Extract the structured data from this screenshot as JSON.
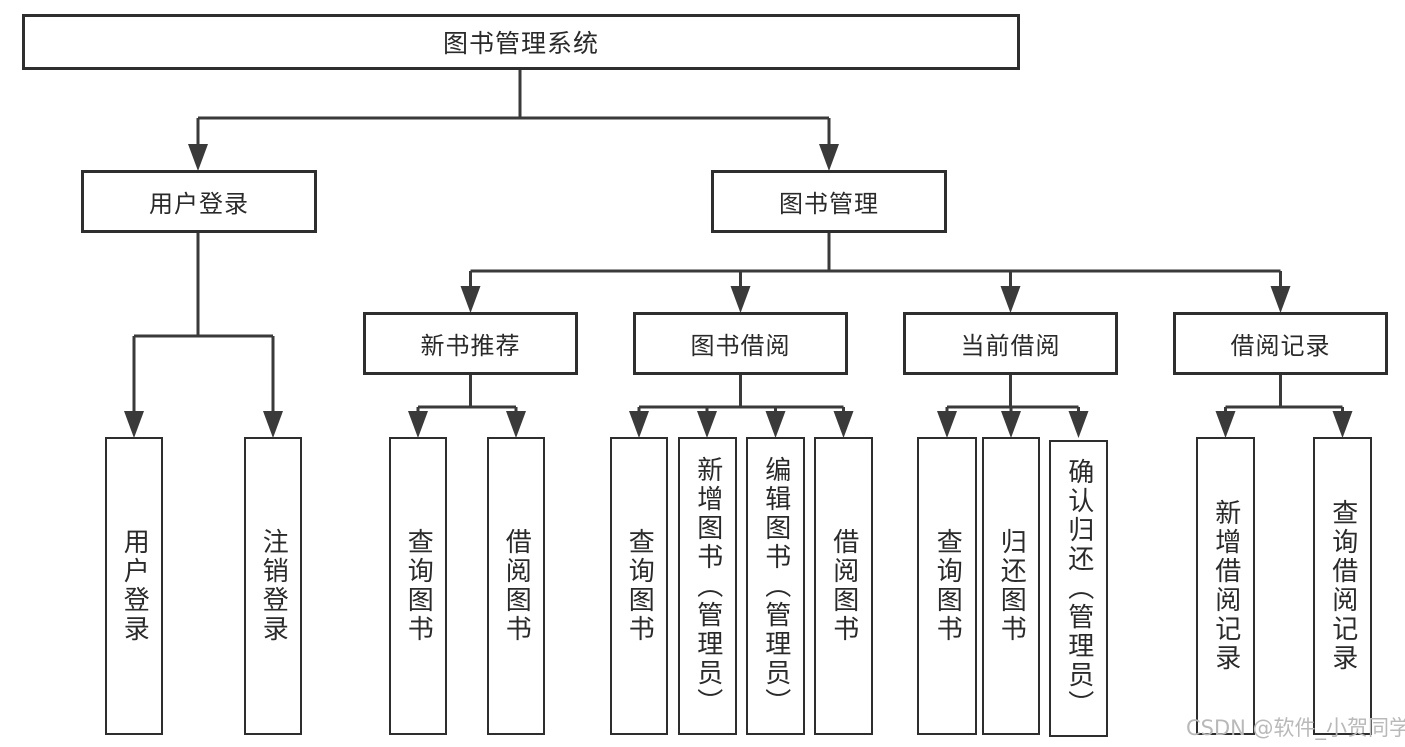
{
  "diagram": {
    "root": {
      "label": "图书管理系统"
    },
    "level2": {
      "user_login": {
        "label": "用户登录"
      },
      "book_mgmt": {
        "label": "图书管理"
      }
    },
    "level3": {
      "new_books": {
        "label": "新书推荐"
      },
      "book_borrow": {
        "label": "图书借阅"
      },
      "current_borrow": {
        "label": "当前借阅"
      },
      "borrow_records": {
        "label": "借阅记录"
      }
    },
    "leaves": {
      "user_login_leaf": {
        "label": "用户登录"
      },
      "logout_leaf": {
        "label": "注销登录"
      },
      "nb_query": {
        "label": "查询图书"
      },
      "nb_borrow": {
        "label": "借阅图书"
      },
      "bb_query": {
        "label": "查询图书"
      },
      "bb_add": {
        "label": "新增图书（管理员）"
      },
      "bb_edit": {
        "label": "编辑图书（管理员）"
      },
      "bb_borrow": {
        "label": "借阅图书"
      },
      "cb_query": {
        "label": "查询图书"
      },
      "cb_return": {
        "label": "归还图书"
      },
      "cb_confirm": {
        "label": "确认归还（管理员）"
      },
      "br_add": {
        "label": "新增借阅记录"
      },
      "br_query": {
        "label": "查询借阅记录"
      }
    },
    "watermark": "CSDN @软件_小贺同学",
    "colors": {
      "line": "#3a3a3a",
      "border": "#2e2e2e",
      "text": "#2a2a2a",
      "watermark_text": "#b9b9b9",
      "background": "#ffffff"
    }
  }
}
